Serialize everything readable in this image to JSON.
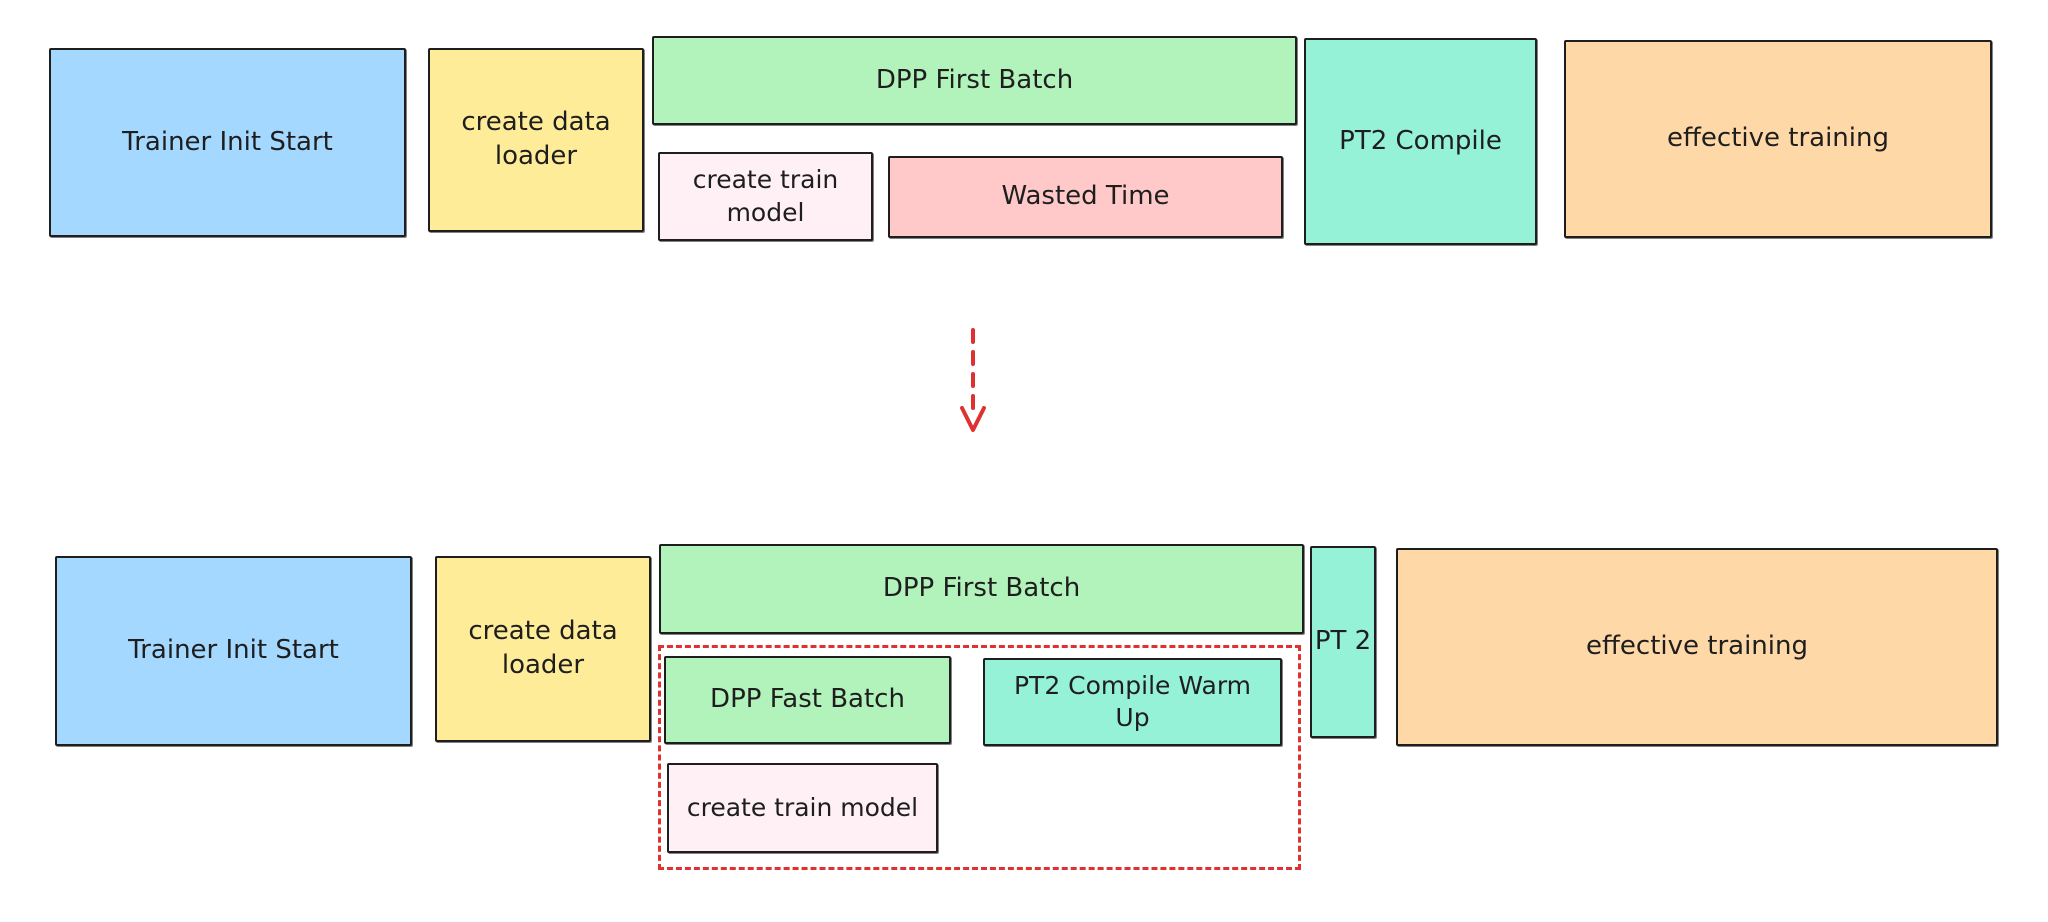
{
  "before": {
    "trainer_init": "Trainer Init Start",
    "create_data_loader": "create data loader",
    "dpp_first_batch": "DPP First Batch",
    "create_train_model": "create train model",
    "wasted_time": "Wasted Time",
    "pt2_compile": "PT2 Compile",
    "effective_training": "effective training"
  },
  "after": {
    "trainer_init": "Trainer Init Start",
    "create_data_loader": "create data loader",
    "dpp_first_batch": "DPP First Batch",
    "pt2": "PT 2",
    "effective_training": "effective training",
    "dpp_fast_batch": "DPP Fast Batch",
    "pt2_compile_warm_up": "PT2 Compile Warm Up",
    "create_train_model": "create train model"
  },
  "colors": {
    "blue": "#a5d8ff",
    "yellow": "#ffec99",
    "green": "#b2f2bb",
    "teal": "#96f2d7",
    "orange": "#ffd8a8",
    "pink": "#fff0f6",
    "red": "#ffc9c9",
    "accent_red": "#e03131"
  }
}
